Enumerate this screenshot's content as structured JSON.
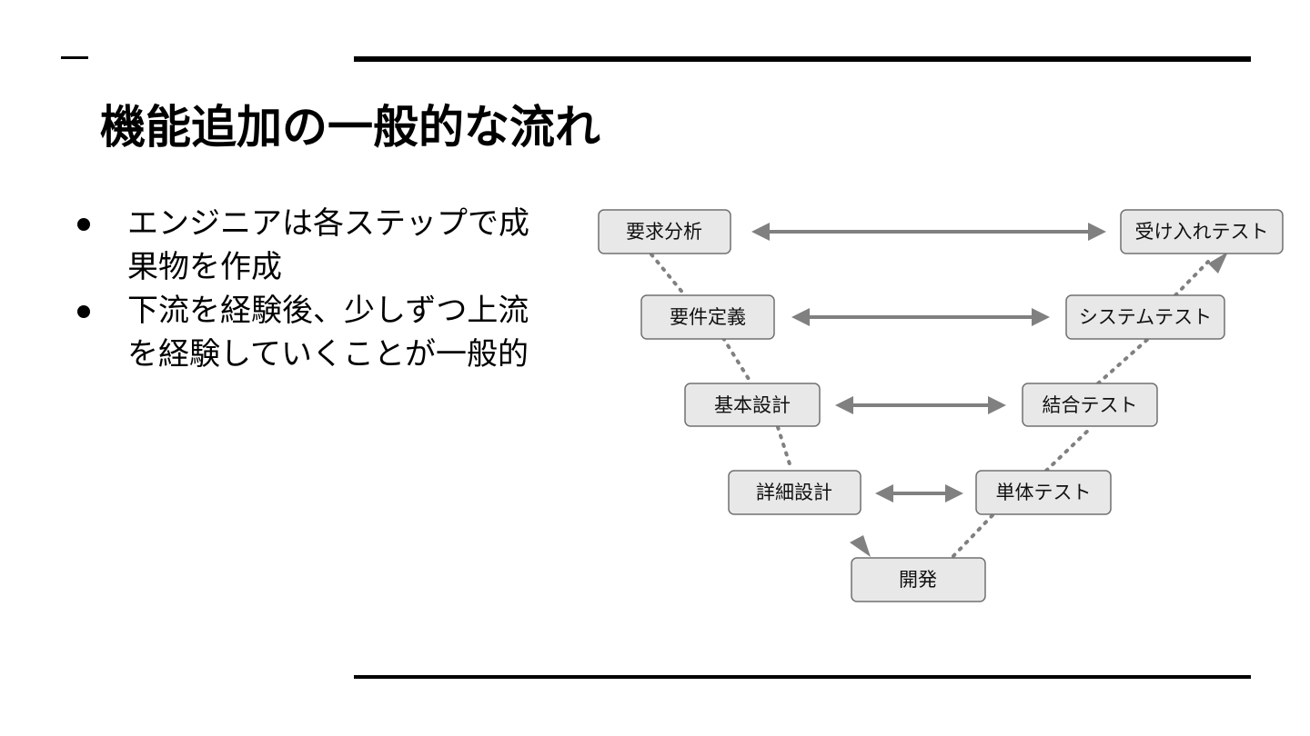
{
  "slide": {
    "title": "機能追加の一般的な流れ",
    "bullets": [
      "エンジニアは各ステップで成果物を作成",
      "下流を経験後、少しずつ上流を経験していくことが一般的"
    ]
  },
  "diagram": {
    "left_nodes": [
      "要求分析",
      "要件定義",
      "基本設計",
      "詳細設計"
    ],
    "bottom_node": "開発",
    "right_nodes": [
      "受け入れテスト",
      "システムテスト",
      "結合テスト",
      "単体テスト"
    ],
    "colors": {
      "node_fill": "#e8e8e8",
      "node_border": "#707070",
      "arrow": "#808080",
      "rule": "#000000"
    }
  }
}
